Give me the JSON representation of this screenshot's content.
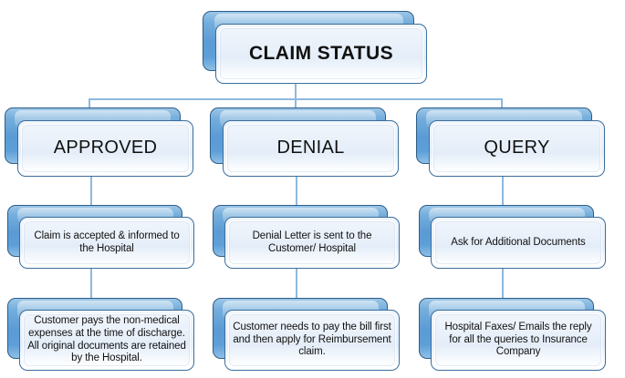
{
  "diagram": {
    "title": "CLAIM STATUS",
    "colors": {
      "plate_blue": "#5B9BD5",
      "plate_border": "#2E5D86",
      "face_border": "#3B6E9C",
      "face_fill": "#E8F0FA",
      "connector": "#8FB8DE",
      "background": "#FFFFFF",
      "text": "#111111"
    },
    "root": {
      "label": "CLAIM STATUS"
    },
    "branches": [
      {
        "label": "APPROVED",
        "detail": "Claim is accepted & informed to the Hospital",
        "note": "Customer pays the non-medical expenses at the time of discharge. All original documents are retained by the Hospital."
      },
      {
        "label": "DENIAL",
        "detail": "Denial Letter is sent to the Customer/ Hospital",
        "note": "Customer needs to pay the bill first and then apply for Reimbursement claim."
      },
      {
        "label": "QUERY",
        "detail": "Ask for Additional Documents",
        "note": "Hospital Faxes/ Emails the reply for all the queries to Insurance Company"
      }
    ]
  }
}
